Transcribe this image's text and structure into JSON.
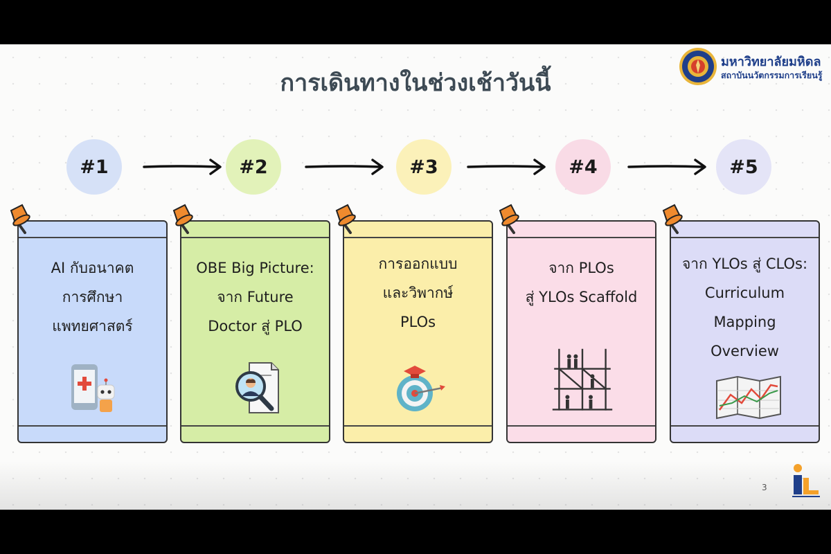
{
  "slide": {
    "title": "การเดินทางในช่วงเช้าวันนี้",
    "page_number": "3"
  },
  "logo": {
    "name": "มหาวิทยาลัยมหิดล",
    "subtitle": "สถาบันนวัตกรรมการเรียนรู้"
  },
  "steps": [
    {
      "label": "#1",
      "color": "#d6e1f7"
    },
    {
      "label": "#2",
      "color": "#e2f2b9"
    },
    {
      "label": "#3",
      "color": "#fbf1b9"
    },
    {
      "label": "#4",
      "color": "#f9dbe6"
    },
    {
      "label": "#5",
      "color": "#e4e4f7"
    }
  ],
  "cards": [
    {
      "lines": [
        "AI กับอนาคต",
        "การศึกษา",
        "แพทยศาสตร์"
      ],
      "color": "#c8dafa",
      "illustration": "phone-robot-icon"
    },
    {
      "lines": [
        "OBE Big Picture:",
        "จาก Future",
        "Doctor สู่ PLO"
      ],
      "color": "#d6eda6",
      "illustration": "magnifier-person-icon"
    },
    {
      "lines": [
        "การออกแบบ",
        "และวิพากษ์",
        "PLOs"
      ],
      "color": "#fbeeaa",
      "illustration": "target-graduation-icon"
    },
    {
      "lines": [
        "จาก PLOs",
        "สู่ YLOs Scaffold"
      ],
      "color": "#fbdde8",
      "illustration": "scaffold-workers-icon"
    },
    {
      "lines": [
        "จาก YLOs สู่ CLOs:",
        "Curriculum",
        "Mapping",
        "Overview"
      ],
      "color": "#dcdcf7",
      "illustration": "map-chart-icon"
    }
  ],
  "icons": {
    "pin": "push-pin-icon",
    "arrow": "arrow-right-icon",
    "seal": "mahidol-seal-icon",
    "il": "innovative-learning-logo-icon"
  },
  "brand": {
    "pin_color": "#ef8a2e",
    "text_color": "#3d4a54",
    "logo_color": "#1f3f8a"
  }
}
